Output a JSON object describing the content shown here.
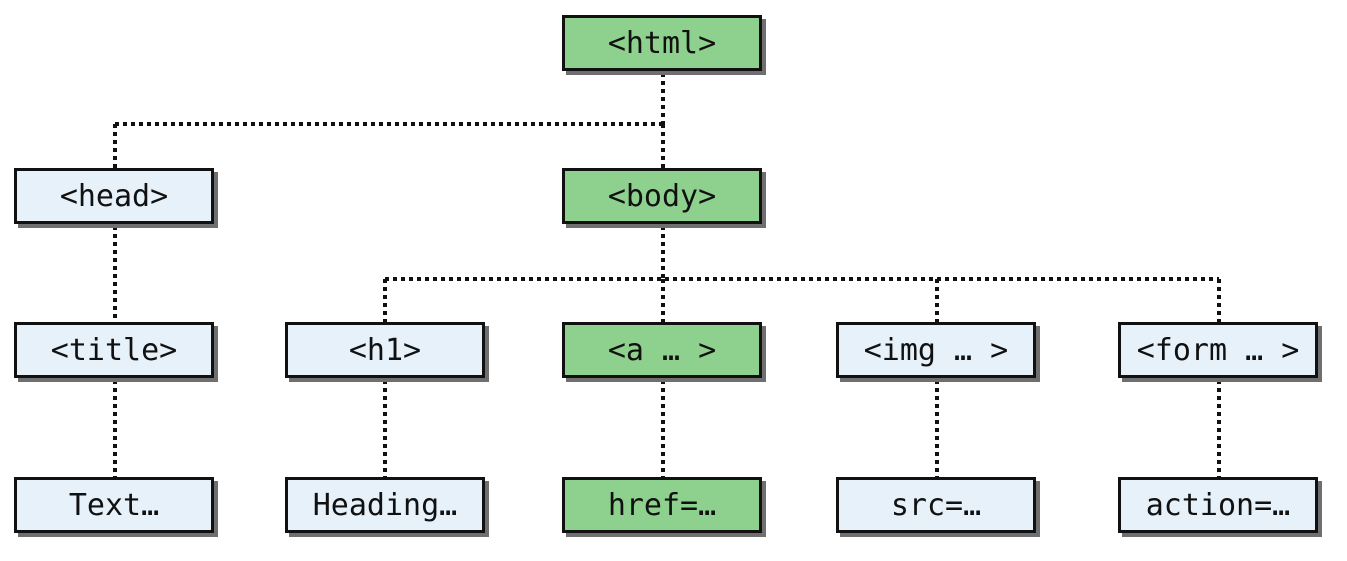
{
  "colors": {
    "highlight_fill": "#8ed18e",
    "default_fill": "#e6f1fa",
    "border": "#111111",
    "shadow": "#6f6f6f"
  },
  "nodes": {
    "html": "<html>",
    "head": "<head>",
    "body": "<body>",
    "title": "<title>",
    "h1": "<h1>",
    "a": "<a … >",
    "img": "<img … >",
    "form": "<form … >",
    "title_text": "Text…",
    "h1_text": "Heading…",
    "a_href": "href=…",
    "img_src": "src=…",
    "form_action": "action=…"
  }
}
